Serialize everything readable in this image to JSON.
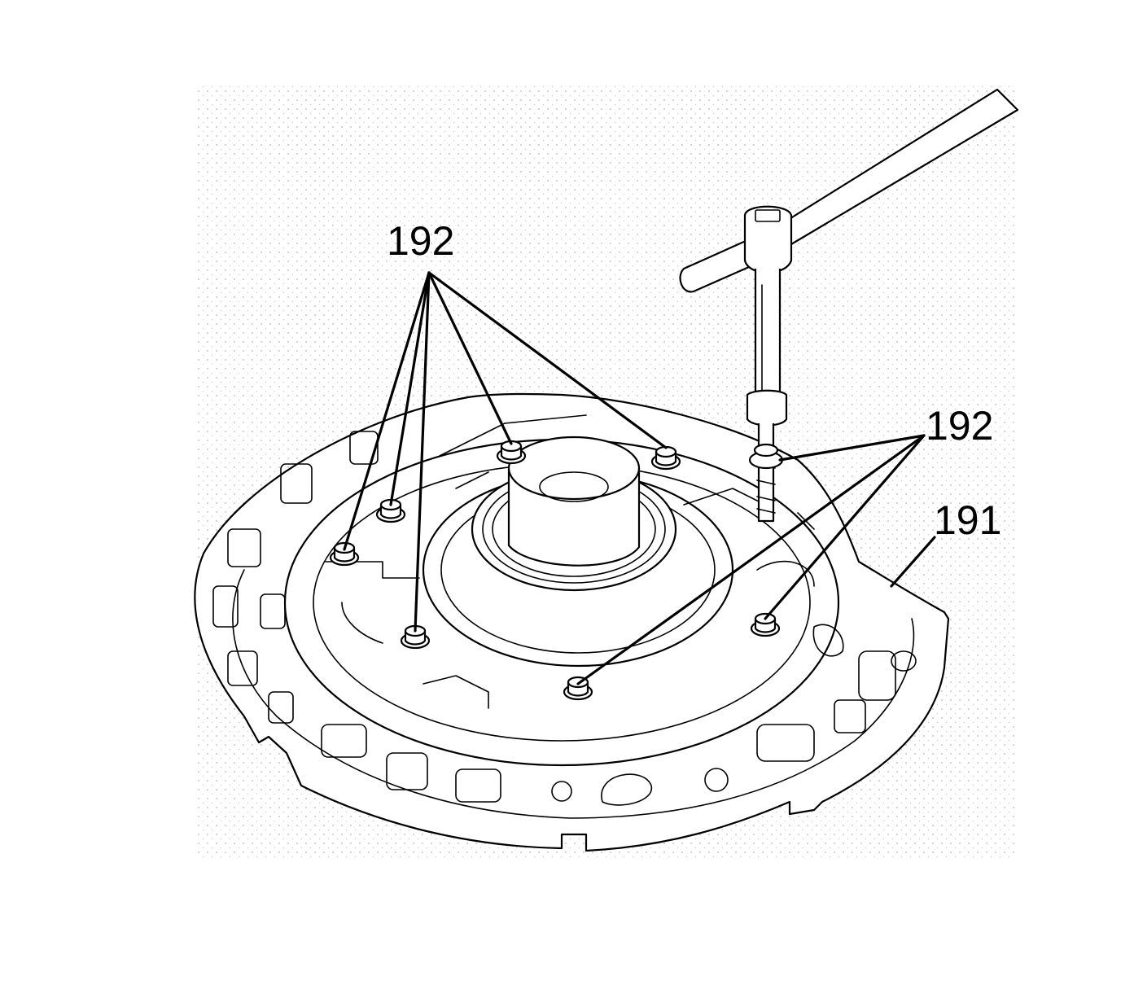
{
  "callouts": {
    "bolts_left": "192",
    "bolts_right": "192",
    "pump_body": "191"
  },
  "icons": {
    "wrench": "t-handle-wrench-icon",
    "bolt": "bolt-icon"
  },
  "colors": {
    "line": "#000000",
    "background": "#ffffff",
    "stipple": "#b5b5b5"
  }
}
